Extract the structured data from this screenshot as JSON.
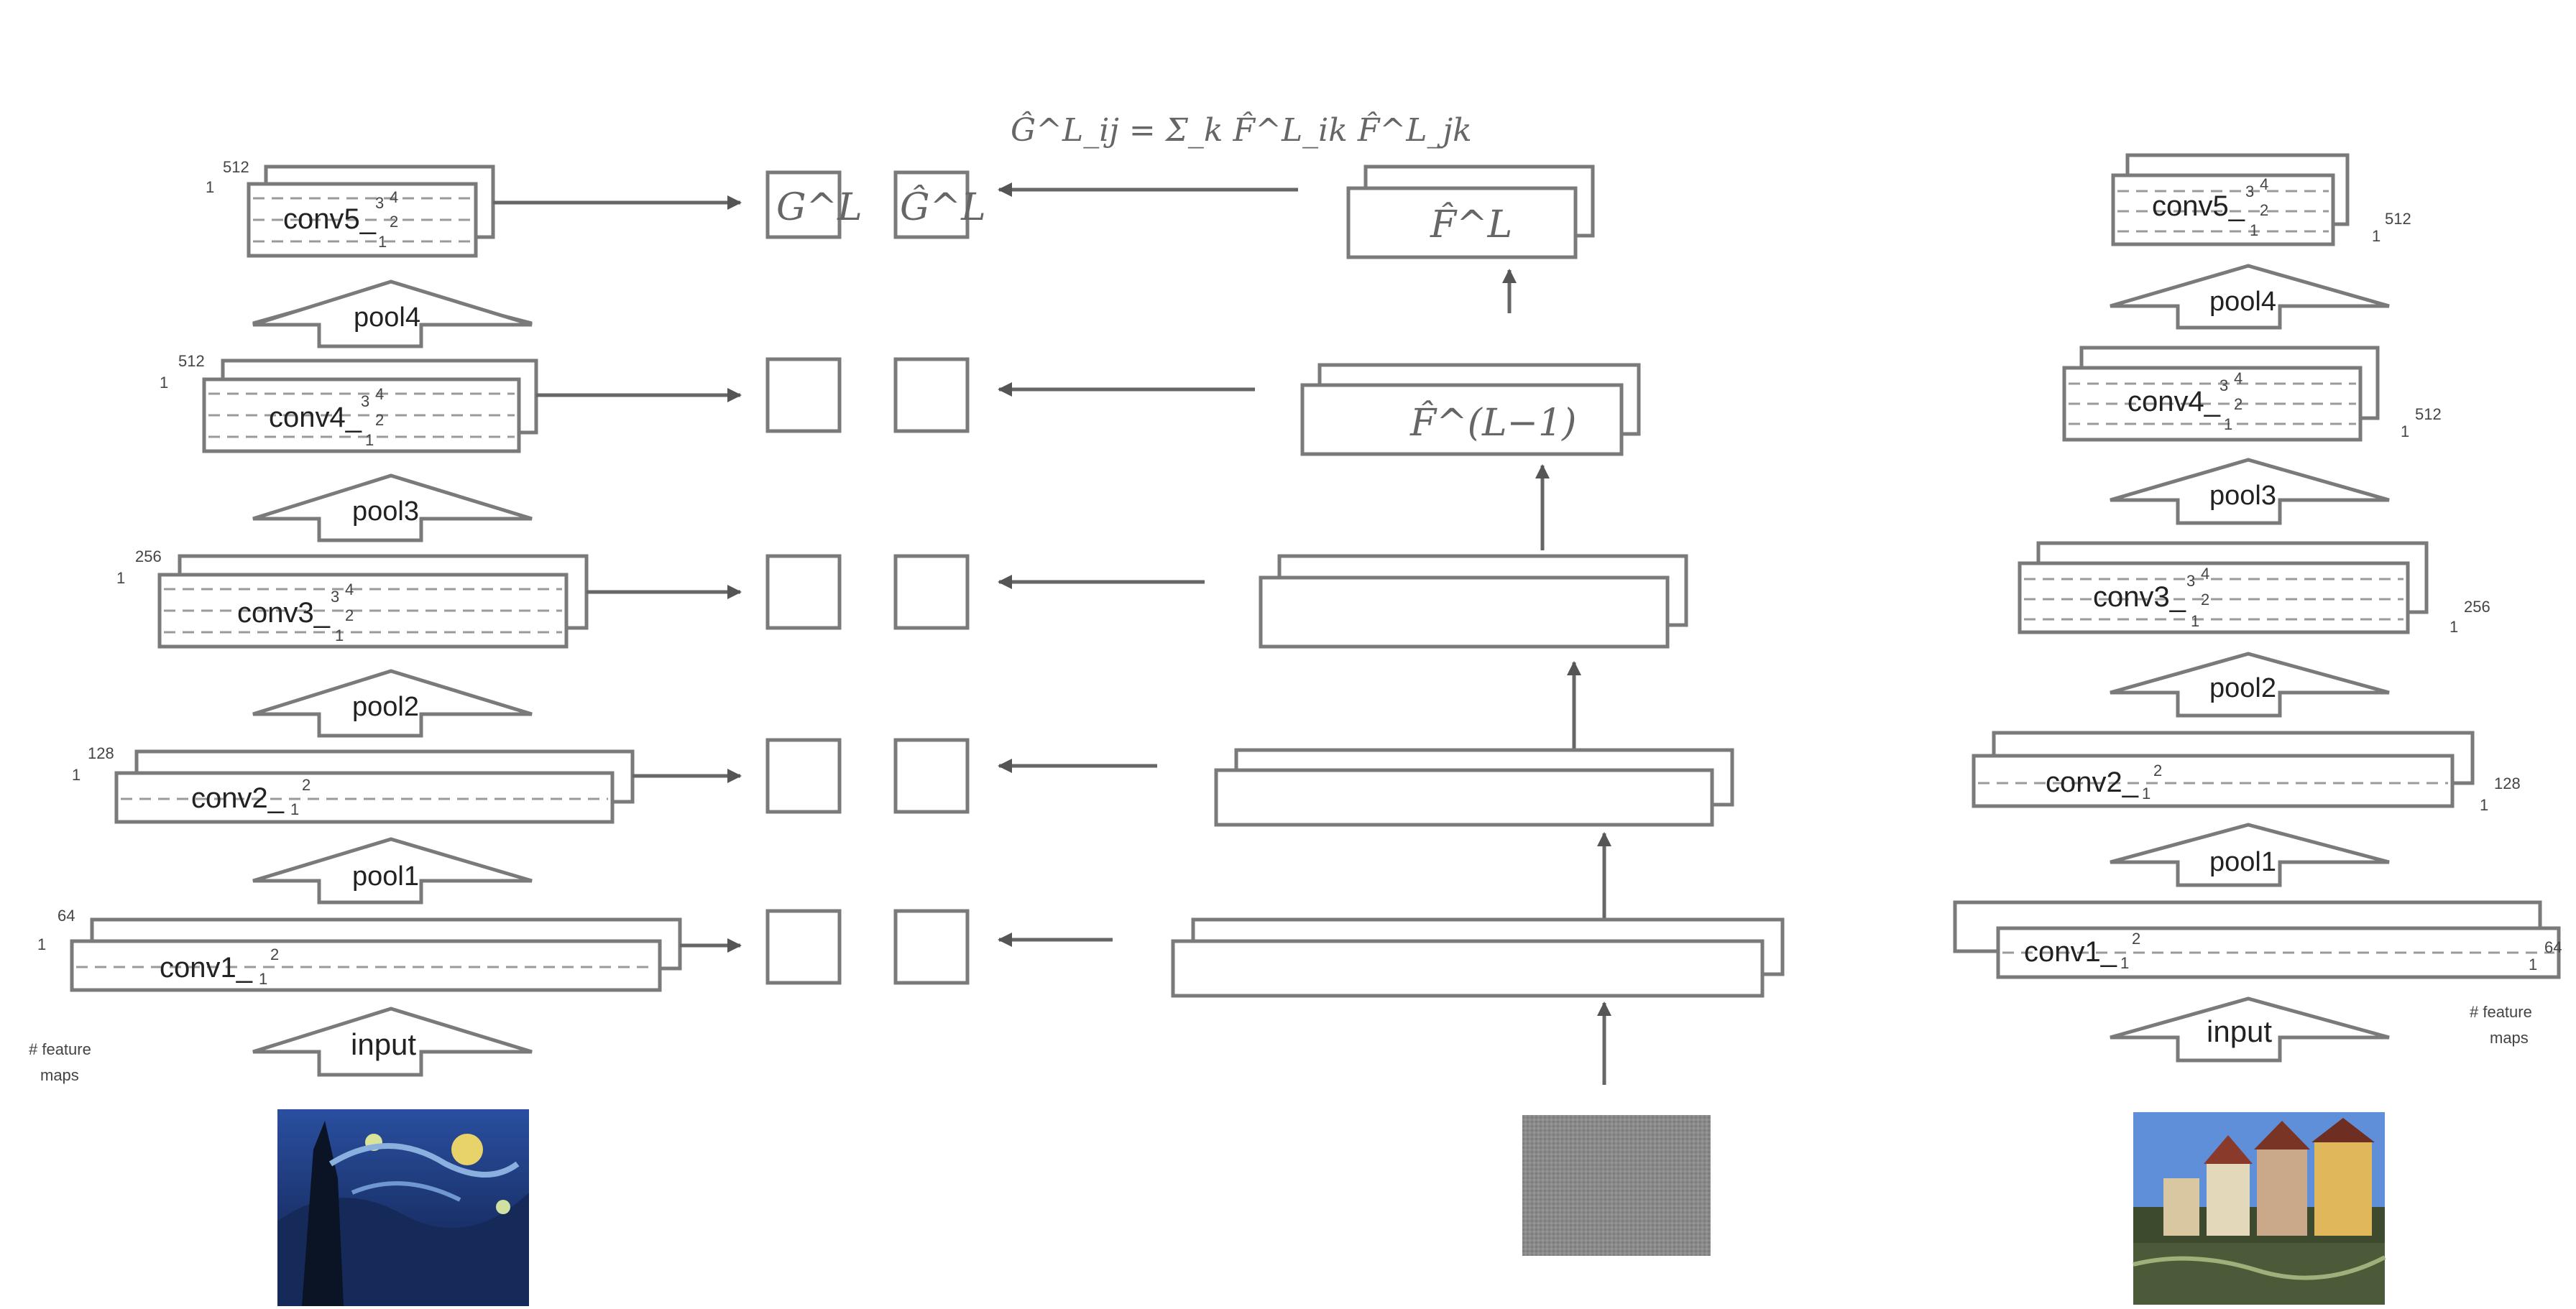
{
  "formula": "Ĝ^L_ij = Σ_k F̂^L_ik F̂^L_jk",
  "gram_labels": {
    "G": "G^L",
    "Ghat": "Ĝ^L"
  },
  "feature_labels": {
    "top": "F̂^L",
    "second": "F̂^(L−1)"
  },
  "style_network": {
    "layers": [
      {
        "name": "conv5_",
        "sub": "1",
        "nums": [
          "3",
          "2",
          "4"
        ],
        "maps": "512"
      },
      {
        "name": "conv4_",
        "sub": "1",
        "nums": [
          "3",
          "2",
          "4"
        ],
        "maps": "512"
      },
      {
        "name": "conv3_",
        "sub": "1",
        "nums": [
          "3",
          "2",
          "4"
        ],
        "maps": "256"
      },
      {
        "name": "conv2_",
        "sub": "1",
        "nums": [
          "2"
        ],
        "maps": "128"
      },
      {
        "name": "conv1_",
        "sub": "1",
        "nums": [
          "2"
        ],
        "maps": "64"
      }
    ],
    "pools": [
      "pool4",
      "pool3",
      "pool2",
      "pool1"
    ],
    "input_label": "input",
    "feature_maps_label": [
      "# feature",
      "maps"
    ],
    "map_prefix": "1"
  },
  "content_network": {
    "layers": [
      {
        "name": "conv5_",
        "sub": "1",
        "nums": [
          "3",
          "2",
          "4"
        ],
        "maps": "512"
      },
      {
        "name": "conv4_",
        "sub": "1",
        "nums": [
          "3",
          "2",
          "4"
        ],
        "maps": "512"
      },
      {
        "name": "conv3_",
        "sub": "1",
        "nums": [
          "3",
          "2",
          "4"
        ],
        "maps": "256"
      },
      {
        "name": "conv2_",
        "sub": "1",
        "nums": [
          "2"
        ],
        "maps": "128"
      },
      {
        "name": "conv1_",
        "sub": "1",
        "nums": [
          "2"
        ],
        "maps": "64"
      }
    ],
    "pools": [
      "pool4",
      "pool3",
      "pool2",
      "pool1"
    ],
    "input_label": "input",
    "feature_maps_label": [
      "# feature",
      "maps"
    ],
    "map_prefix": "1"
  },
  "images": {
    "style": "starry-night-painting",
    "noise": "white-noise-image",
    "content": "tubingen-photo"
  },
  "colors": {
    "line": "#7a7a7a",
    "noise_gray": "#8a8a8a",
    "sky": "#1f3d86"
  }
}
